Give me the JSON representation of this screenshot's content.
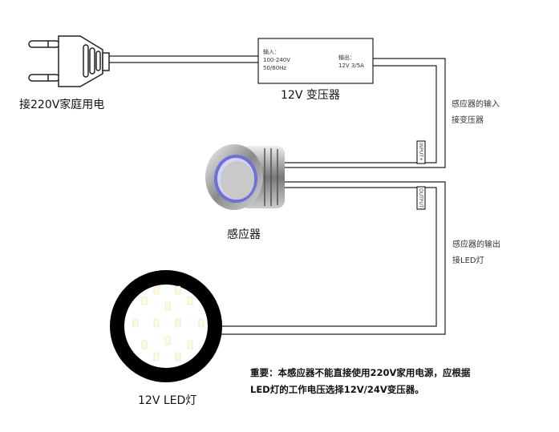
{
  "plug": {
    "label": "接220V家庭用电"
  },
  "transformer": {
    "label": "12V 变压器",
    "input_title": "输入：",
    "input_voltage": "100-240V",
    "input_freq": "50/60Hz",
    "output_title": "输出：",
    "output_spec": "12V 3/5A"
  },
  "sensor": {
    "label": "感应器",
    "input_tag": "INPUT+",
    "output_tag": "OUTPUT-"
  },
  "notes": {
    "input_line1": "感应器的输入",
    "input_line2": "接变压器",
    "output_line1": "感应器的输出",
    "output_line2": "接LED灯"
  },
  "led": {
    "label": "12V LED灯",
    "chip_color": "#fffbe0"
  },
  "warning": {
    "line1": "重要：本感应器不能直接使用220V家用电源，应根据",
    "line2": "LED灯的工作电压选择12V/24V变压器。"
  }
}
